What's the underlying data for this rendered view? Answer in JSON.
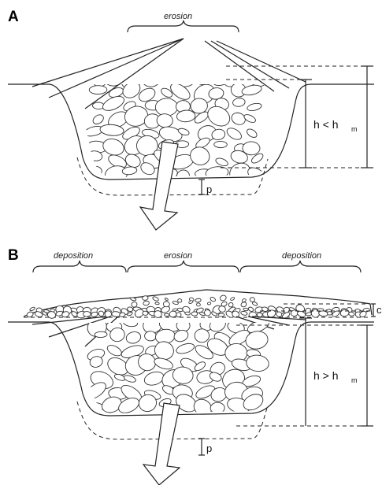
{
  "panels": [
    {
      "letter": "A",
      "top_label": "erosion",
      "depth_label": "h < h",
      "depth_sub": "m",
      "p_label": "p"
    },
    {
      "letter": "B",
      "left_label": "deposition",
      "center_label": "erosion",
      "right_label": "deposition",
      "depth_label": "h > h",
      "depth_sub": "m",
      "p_label": "p",
      "side_label": "c"
    }
  ]
}
